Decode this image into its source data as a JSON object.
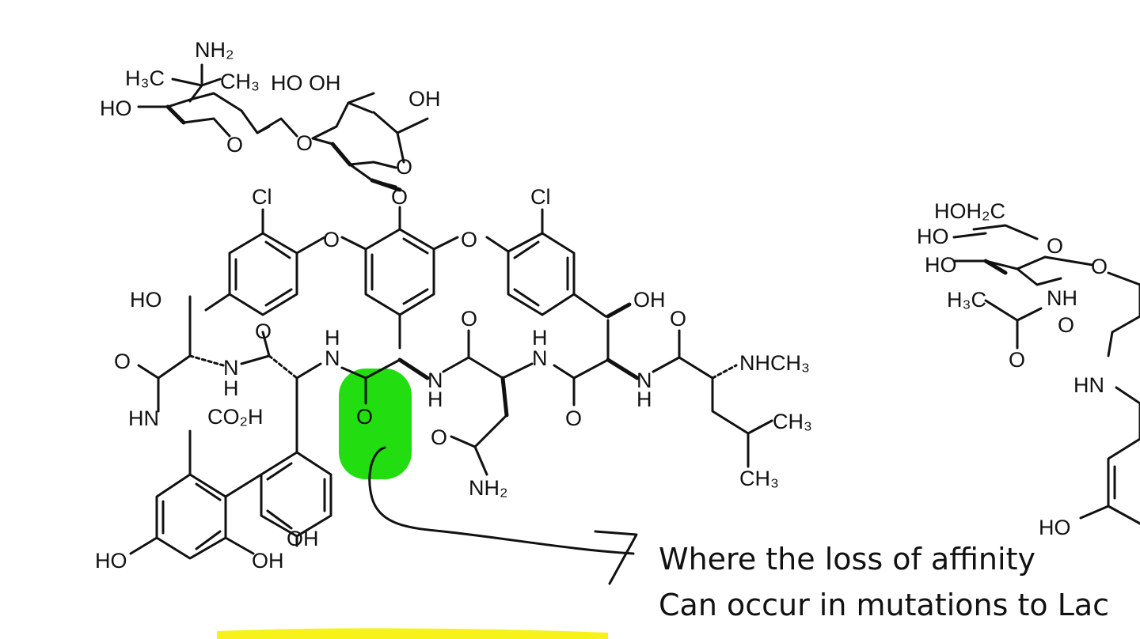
{
  "colors": {
    "background": "#ffffff",
    "ink": "#111111",
    "highlight_green": "#22dd0f",
    "highlight_yellow": "#f7f21a"
  },
  "sugar_labels": {
    "nh2_top": "NH₂",
    "h3c_left": "H₃C",
    "ch3_top": "CH₃",
    "ho_sugar1": "HO",
    "ho_oh": "HO OH",
    "oh_sugar2": "OH",
    "o_ring1": "O",
    "o_link": "O",
    "o_ring2": "O",
    "o_ether": "O"
  },
  "core_labels": {
    "cl_left": "Cl",
    "cl_right": "Cl",
    "o_left_ether": "O",
    "o_right_ether": "O",
    "ho_left": "HO",
    "oh_right": "OH",
    "o_carbonyl1": "O",
    "o_carbonyl2": "O",
    "o_carbonyl_green": "O",
    "o_carbonyl4": "O",
    "o_carbonyl5": "O",
    "o_carbonyl6": "O",
    "o_amide": "O",
    "n_h_1": "N",
    "h_1": "H",
    "n_h_2": "N",
    "h_2": "H",
    "n_h_3": "N",
    "h_3": "H",
    "n_h_4": "N",
    "h_4": "H",
    "n_h_5": "N",
    "h_5": "H",
    "hn_left": "HN",
    "co2h": "CO₂H",
    "nh2_amide": "NH₂",
    "nhch3": "NHCH₃",
    "ch3_a": "CH₃",
    "ch3_b": "CH₃",
    "ho_bottom_left": "HO",
    "oh_bottom_mid": "OH",
    "oh_bottom_right": "OH"
  },
  "side_labels": {
    "hoh2c": "HOH₂C",
    "ho_1": "HO",
    "ho_2": "HO",
    "o_ring": "O",
    "o_link": "O",
    "nh": "NH",
    "h3c": "H₃C",
    "o_acetyl": "O",
    "o_carbonyl": "O",
    "hn": "HN",
    "ho_bottom": "HO"
  },
  "annotation": {
    "line1": "Where the loss of affinity",
    "line2": "Can occur in mutations to Lac"
  }
}
